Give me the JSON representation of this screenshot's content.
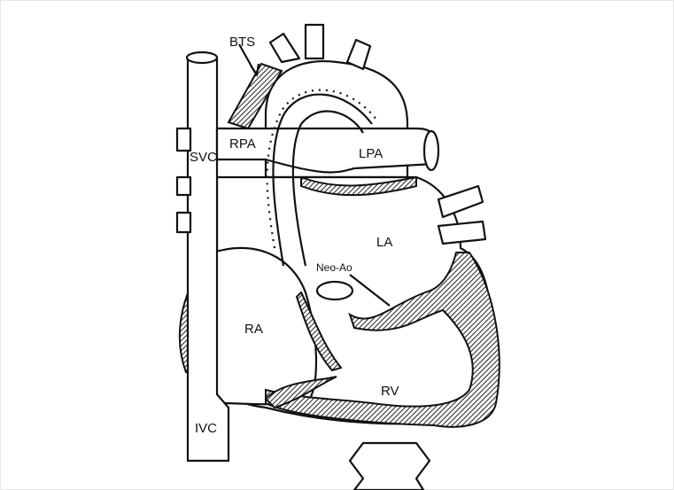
{
  "diagram": {
    "labels": {
      "bts": "BTS",
      "svc": "SVC",
      "rpa": "RPA",
      "lpa": "LPA",
      "la": "LA",
      "neo_ao": "Neo-Ao",
      "ra": "RA",
      "rv": "RV",
      "ivc": "IVC"
    }
  }
}
